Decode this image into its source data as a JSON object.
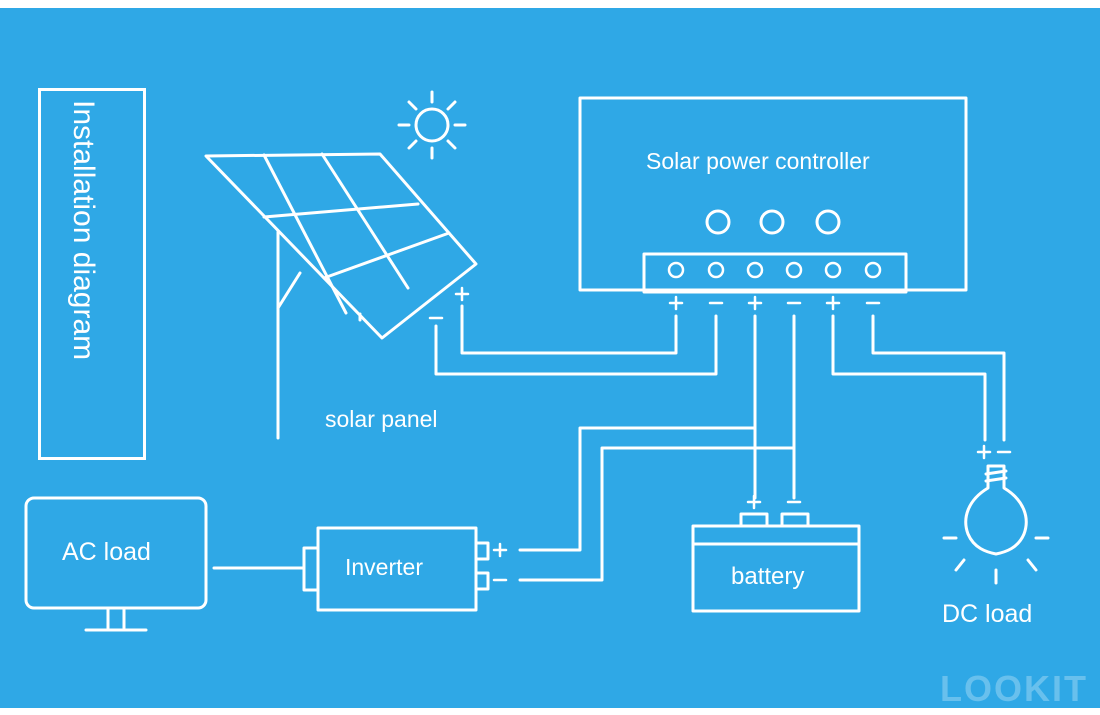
{
  "title": "Installation diagram",
  "components": {
    "controller": "Solar power controller",
    "solar_panel": "solar panel",
    "ac_load": "AC load",
    "inverter": "Inverter",
    "battery": "battery",
    "dc_load": "DC load"
  },
  "terminals": {
    "plus": "+",
    "minus": "−"
  },
  "watermark": "LOOKIT",
  "colors": {
    "background": "#2fa8e6",
    "line": "#ffffff"
  },
  "icons": [
    "sun-icon",
    "solar-panel-icon",
    "light-bulb-icon",
    "monitor-icon"
  ]
}
